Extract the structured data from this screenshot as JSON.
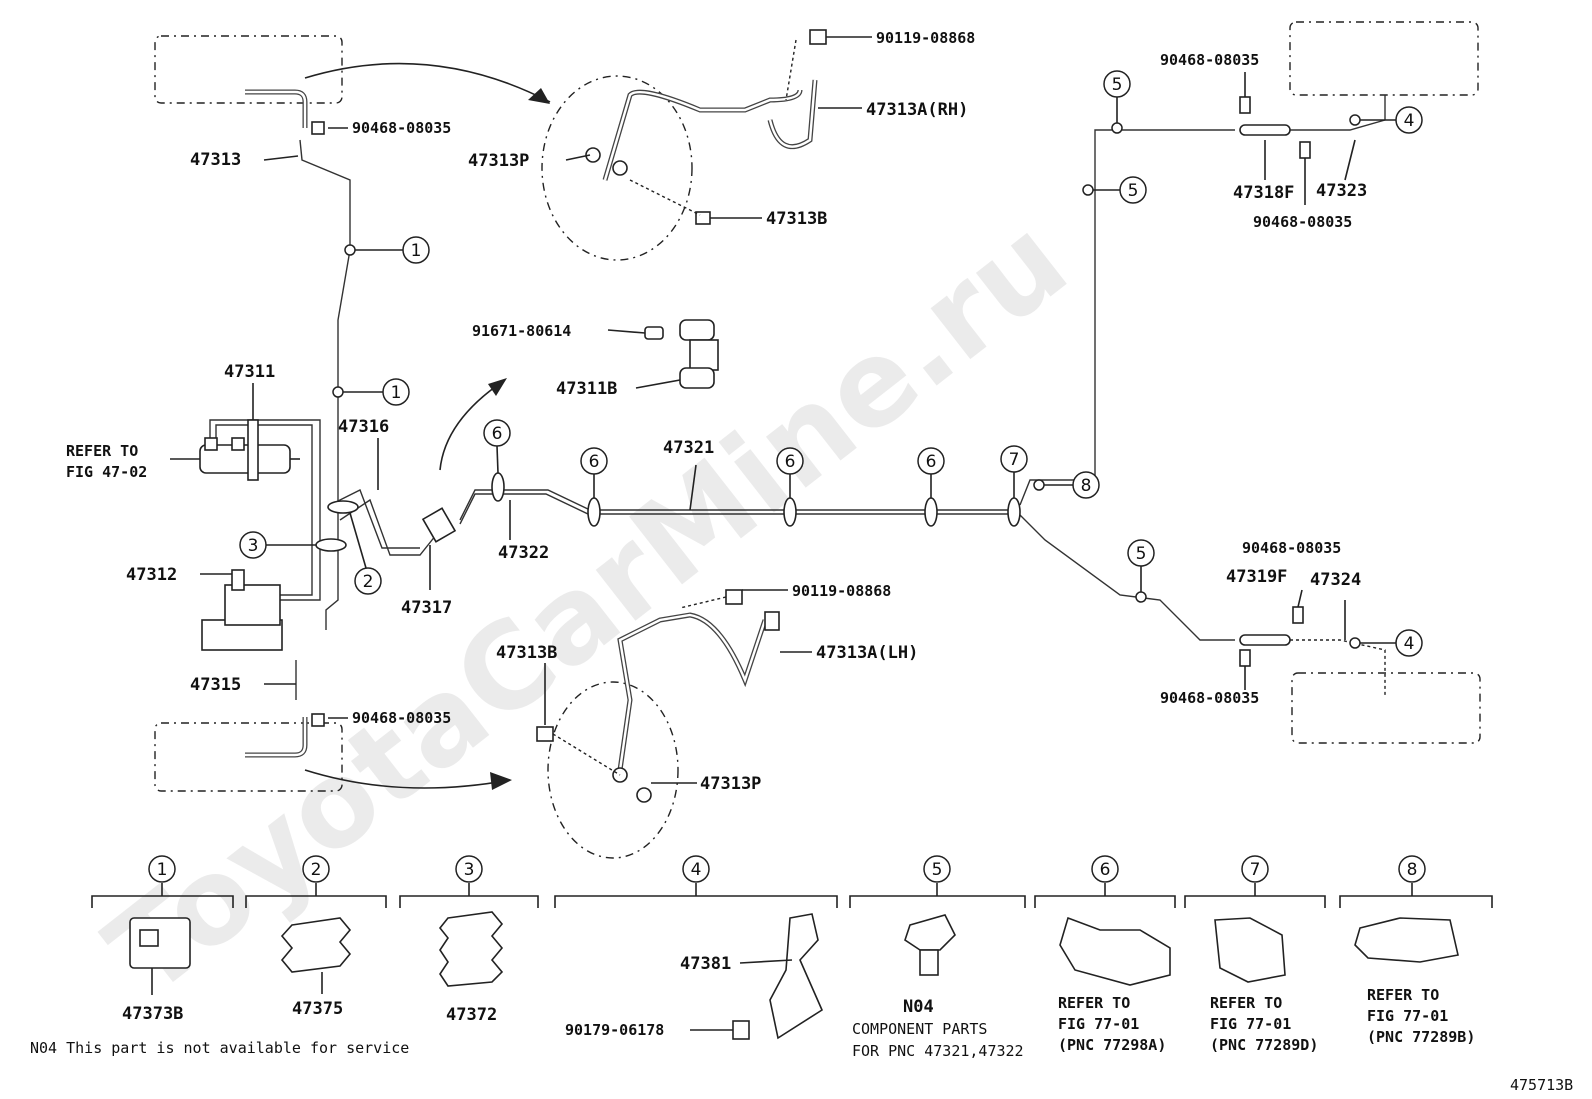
{
  "diagram_code": "475713B",
  "watermark": "ToyotaCarMine.ru",
  "footnote": "N04 This part is not available for service",
  "labels": {
    "p47313": "47313",
    "p90468_a": "90468-08035",
    "p90119_a": "90119-08868",
    "p47313A_rh": "47313A(RH)",
    "p47313P_top": "47313P",
    "p47313B_top": "47313B",
    "p91671": "91671-80614",
    "p47311B": "47311B",
    "p47311": "47311",
    "refer_a1": "REFER TO",
    "refer_a2": "FIG 47-02",
    "p47316": "47316",
    "p47312": "47312",
    "p47317": "47317",
    "p47322": "47322",
    "p47321": "47321",
    "p47315": "47315",
    "p90468_b": "90468-08035",
    "p90119_b": "90119-08868",
    "p47313A_lh": "47313A(LH)",
    "p47313B_bot": "47313B",
    "p47313P_bot": "47313P",
    "p90468_c": "90468-08035",
    "p47318F": "47318F",
    "p47323": "47323",
    "p90468_d": "90468-08035",
    "p90468_e": "90468-08035",
    "p47319F": "47319F",
    "p47324": "47324",
    "p90468_f": "90468-08035"
  },
  "callouts": [
    "1",
    "1",
    "3",
    "2",
    "6",
    "6",
    "6",
    "6",
    "7",
    "8",
    "5",
    "5",
    "5",
    "4",
    "4"
  ],
  "legend": [
    {
      "num": "1",
      "part": "47373B",
      "note": []
    },
    {
      "num": "2",
      "part": "47375",
      "note": []
    },
    {
      "num": "3",
      "part": "47372",
      "note": []
    },
    {
      "num": "4",
      "part": "47381",
      "sub": "90179-06178",
      "note": []
    },
    {
      "num": "5",
      "part": "N04",
      "note": [
        "COMPONENT PARTS",
        "FOR PNC 47321,47322"
      ]
    },
    {
      "num": "6",
      "part": "",
      "note": [
        "REFER TO",
        "FIG 77-01",
        "(PNC 77298A)"
      ]
    },
    {
      "num": "7",
      "part": "",
      "note": [
        "REFER TO",
        "FIG 77-01",
        "(PNC 77289D)"
      ]
    },
    {
      "num": "8",
      "part": "",
      "note": [
        "REFER TO",
        "FIG 77-01",
        "(PNC 77289B)"
      ]
    }
  ]
}
